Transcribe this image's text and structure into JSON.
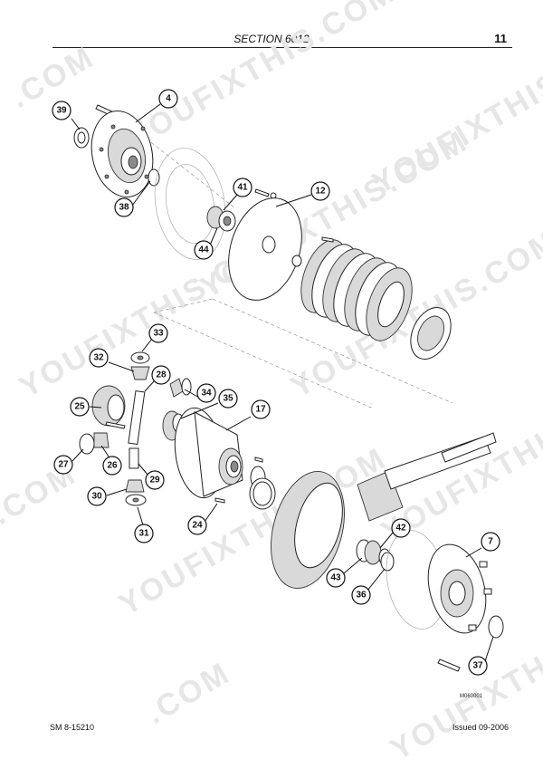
{
  "header": {
    "section": "SECTION 6012",
    "page_number": "11"
  },
  "footer": {
    "doc_code": "SM 8-15210",
    "issued": "Issued 09-2006"
  },
  "figure": {
    "reference": "M060001",
    "callouts": [
      {
        "id": "39",
        "label": "39"
      },
      {
        "id": "4",
        "label": "4"
      },
      {
        "id": "38",
        "label": "38"
      },
      {
        "id": "41",
        "label": "41"
      },
      {
        "id": "12",
        "label": "12"
      },
      {
        "id": "44",
        "label": "44"
      },
      {
        "id": "33",
        "label": "33"
      },
      {
        "id": "32",
        "label": "32"
      },
      {
        "id": "28",
        "label": "28"
      },
      {
        "id": "34",
        "label": "34"
      },
      {
        "id": "35",
        "label": "35"
      },
      {
        "id": "17",
        "label": "17"
      },
      {
        "id": "25",
        "label": "25"
      },
      {
        "id": "27",
        "label": "27"
      },
      {
        "id": "26",
        "label": "26"
      },
      {
        "id": "29",
        "label": "29"
      },
      {
        "id": "30",
        "label": "30"
      },
      {
        "id": "31",
        "label": "31"
      },
      {
        "id": "24",
        "label": "24"
      },
      {
        "id": "42",
        "label": "42"
      },
      {
        "id": "7",
        "label": "7"
      },
      {
        "id": "43",
        "label": "43"
      },
      {
        "id": "36",
        "label": "36"
      },
      {
        "id": "37",
        "label": "37"
      }
    ]
  },
  "watermark": {
    "text": "YOUFIXTHIS.COM",
    "text_short": "YOUFIXTHIS",
    "text_domain": ".COM"
  }
}
